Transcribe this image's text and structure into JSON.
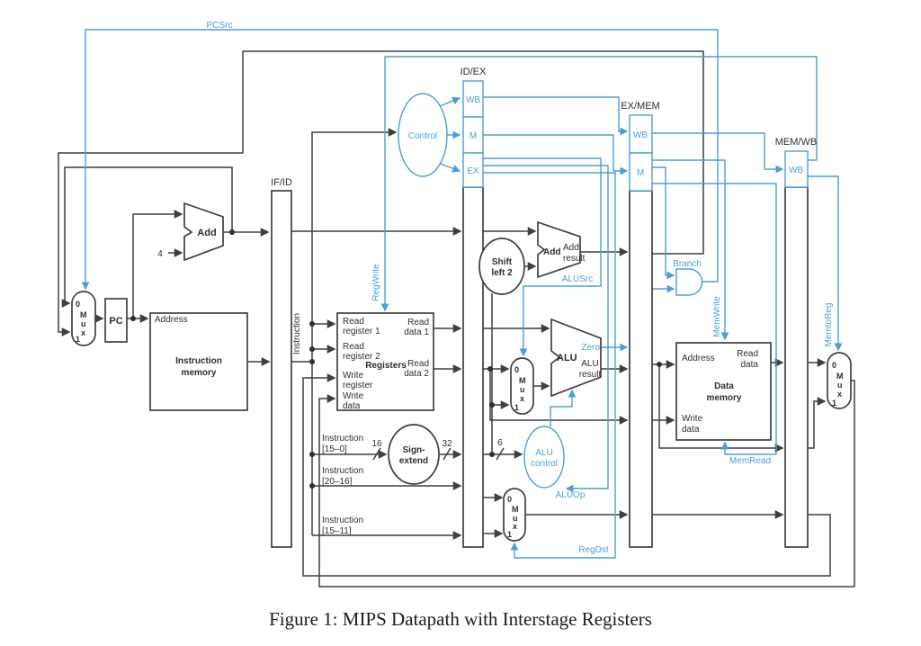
{
  "caption": "Figure 1: MIPS Datapath with Interstage Registers",
  "colors": {
    "wire": "#3f3f3f",
    "control_signal": "#4ba0d5",
    "background": "#ffffff"
  },
  "labels": {
    "pcsrc": "PCSrc",
    "if_id": "IF/ID",
    "id_ex": "ID/EX",
    "ex_mem": "EX/MEM",
    "mem_wb": "MEM/WB",
    "wb": "WB",
    "m": "M",
    "ex": "EX",
    "control": "Control",
    "pc": "PC",
    "add": "Add",
    "add_result_1": "Add",
    "add_result_2": "result",
    "four": "4",
    "address": "Address",
    "instruction_memory_1": "Instruction",
    "instruction_memory_2": "memory",
    "instruction": "Instruction",
    "mux": {
      "zero": "0",
      "m": "M",
      "u": "u",
      "x": "x",
      "one": "1"
    },
    "regwrite": "RegWrite",
    "read_1": "Read",
    "register_1": "register 1",
    "read_2": "Read",
    "register_2": "register 2",
    "write_reg_1": "Write",
    "write_reg_2": "register",
    "write_data_1": "Write",
    "write_data_2": "data",
    "registers": "Registers",
    "read_data1_1": "Read",
    "read_data1_2": "data 1",
    "read_data2_1": "Read",
    "read_data2_2": "data 2",
    "shift_1": "Shift",
    "shift_2": "left 2",
    "alusrc": "ALUSrc",
    "zero_flag": "Zero",
    "alu": "ALU",
    "alu_result_1": "ALU",
    "alu_result_2": "result",
    "branch": "Branch",
    "memwrite": "MemWrite",
    "memread": "MemRead",
    "memtoreg": "MemtoReg",
    "data_memory_1": "Data",
    "data_memory_2": "memory",
    "read_data_1": "Read",
    "read_data_2": "data",
    "sign_extend_1": "Sign-",
    "sign_extend_2": "extend",
    "bits_16": "16",
    "bits_32": "32",
    "bits_6": "6",
    "instr_150_1": "Instruction",
    "instr_150_2": "[15–0]",
    "instr_2016_1": "Instruction",
    "instr_2016_2": "[20–16]",
    "instr_1511_1": "Instruction",
    "instr_1511_2": "[15–11]"
  },
  "alu_control_1": "ALU",
  "alu_control_2": "control",
  "aluop": "ALUOp",
  "regdst": "RegDst"
}
